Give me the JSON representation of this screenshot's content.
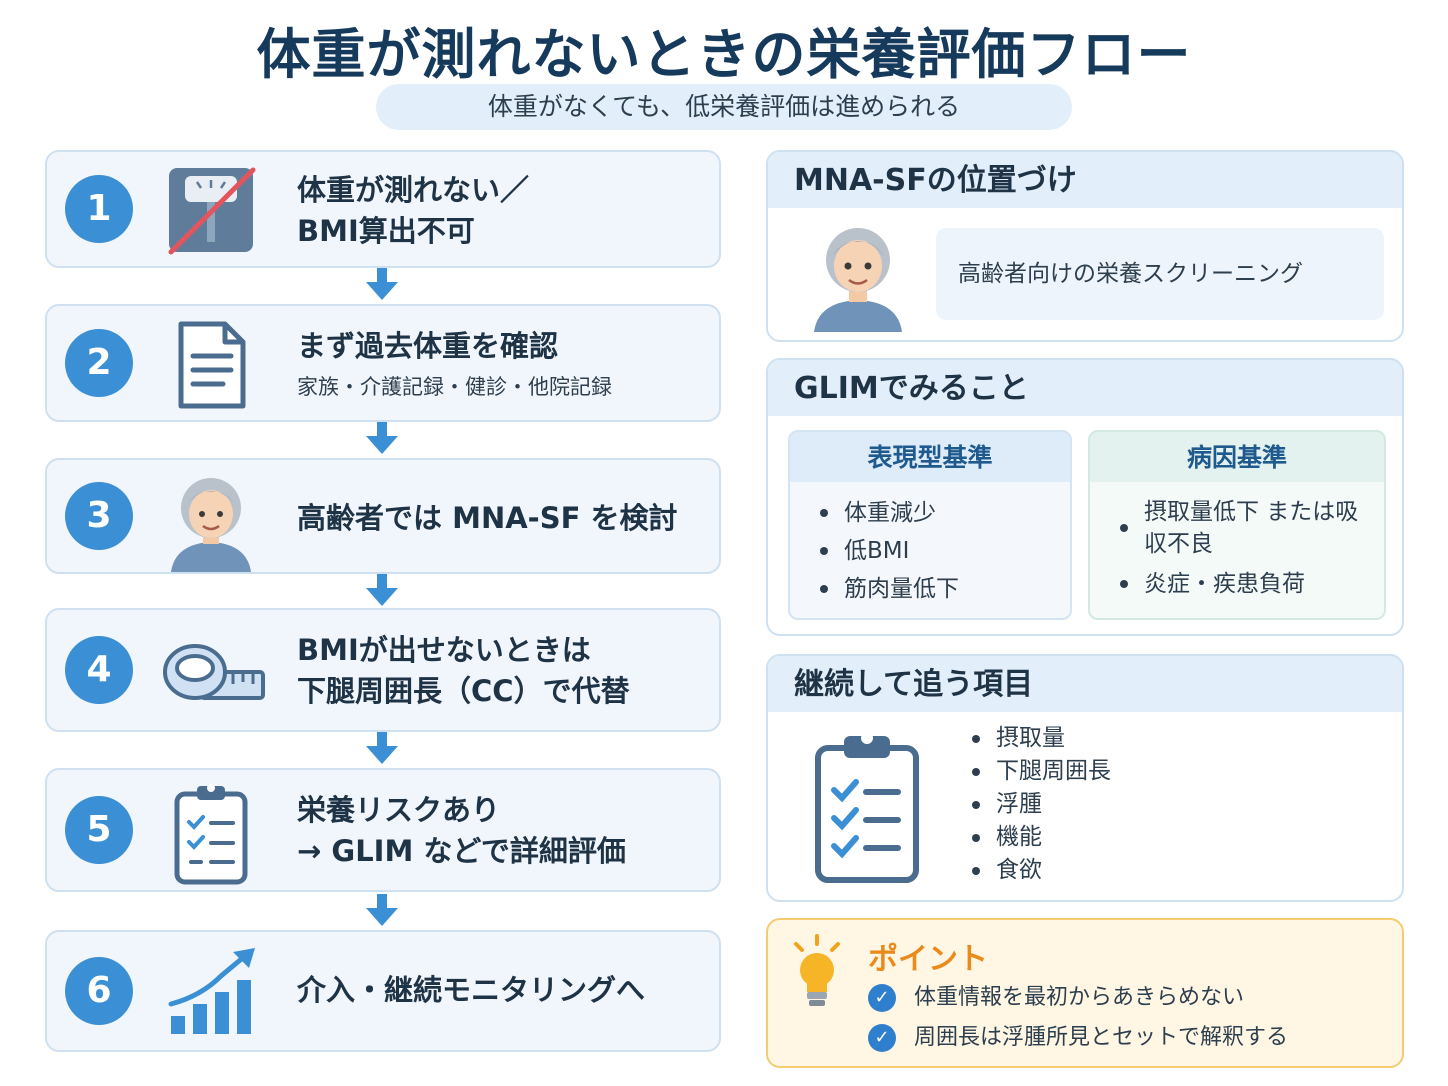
{
  "title": "体重が測れないときの栄養評価フロー",
  "subtitle": "体重がなくても、低栄養評価は進められる",
  "steps": [
    {
      "num": "1",
      "line1": "体重が測れない／",
      "line2": "BMI算出不可",
      "sub": ""
    },
    {
      "num": "2",
      "line1": "まず過去体重を確認",
      "line2": "",
      "sub": "家族・介護記録・健診・他院記録"
    },
    {
      "num": "3",
      "line1": "高齢者では MNA-SF を検討",
      "line2": "",
      "sub": ""
    },
    {
      "num": "4",
      "line1": "BMIが出せないときは",
      "line2": "下腿周囲長（CC）で代替",
      "sub": ""
    },
    {
      "num": "5",
      "line1": "栄養リスクあり",
      "line2": "→ GLIM などで詳細評価",
      "sub": ""
    },
    {
      "num": "6",
      "line1": "介入・継続モニタリングへ",
      "line2": "",
      "sub": ""
    }
  ],
  "mna": {
    "heading": "MNA-SFの位置づけ",
    "text": "高齢者向けの栄養スクリーニング"
  },
  "glim": {
    "heading": "GLIMでみること",
    "phenotype": {
      "title": "表現型基準",
      "items": [
        "体重減少",
        "低BMI",
        "筋肉量低下"
      ]
    },
    "etiology": {
      "title": "病因基準",
      "items": [
        "摂取量低下 または吸収不良",
        "炎症・疾患負荷"
      ]
    }
  },
  "follow": {
    "heading": "継続して追う項目",
    "items": [
      "摂取量",
      "下腿周囲長",
      "浮腫",
      "機能",
      "食欲"
    ]
  },
  "point": {
    "heading": "ポイント",
    "items": [
      "体重情報を最初からあきらめない",
      "周囲長は浮腫所見とセットで解釈する"
    ]
  },
  "colors": {
    "primary": "#3b8fd4",
    "title": "#163a5c",
    "card_bg": "#f1f6fc",
    "card_border": "#cfe0f1",
    "etiology_head": "#e3f2ee",
    "point_bg": "#fff7e3",
    "point_title": "#e98a1a"
  }
}
